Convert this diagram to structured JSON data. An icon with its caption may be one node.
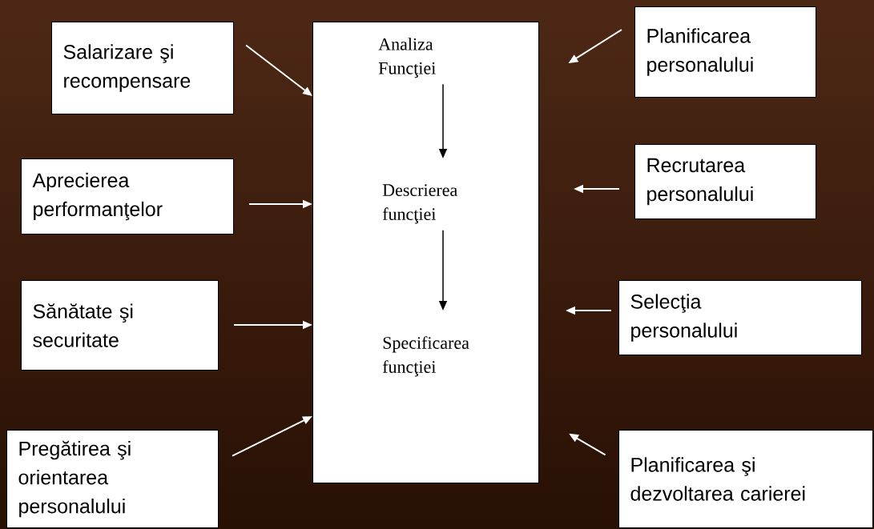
{
  "diagram": {
    "nodes": [
      {
        "text": [],
        "shape": "box"
      },
      {
        "text": [
          "Analiza Funcţiei"
        ],
        "in": 0
      },
      {
        "text": [
          "Descrierea funcţiei"
        ],
        "in": 0
      },
      {
        "text": [
          "Specificarea funcţiei"
        ],
        "in": 0
      },
      {
        "text": [
          "Salarizare şi recompensare"
        ]
      },
      {
        "text": [
          "Aprecierea performanţelor"
        ]
      },
      {
        "text": [
          "Sănătate şi securitate"
        ]
      },
      {
        "text": [
          "Pregătirea şi orientarea personalului"
        ]
      },
      {
        "text": [
          "Planificarea personalului"
        ]
      },
      {
        "text": [
          "Recrutarea personalului"
        ]
      },
      {
        "text": [
          "Selecţia personalului"
        ]
      },
      {
        "text": [
          "Planificarea şi dezvoltarea carierei"
        ]
      }
    ],
    "edges": [
      {
        "from": 1,
        "to": 2,
        "arrow": "to",
        "color": "#000000"
      },
      {
        "from": 2,
        "to": 3,
        "arrow": "to",
        "color": "#000000"
      },
      {
        "from": 4,
        "to": 0,
        "arrow": "to"
      },
      {
        "from": 5,
        "to": 0,
        "arrow": "to"
      },
      {
        "from": 6,
        "to": 0,
        "arrow": "to"
      },
      {
        "from": 7,
        "to": 0,
        "arrow": "to"
      },
      {
        "from": 8,
        "to": 0,
        "arrow": "to"
      },
      {
        "from": 9,
        "to": 0,
        "arrow": "to"
      },
      {
        "from": 10,
        "to": 0,
        "arrow": "to"
      },
      {
        "from": 11,
        "to": 0,
        "arrow": "to"
      }
    ]
  }
}
